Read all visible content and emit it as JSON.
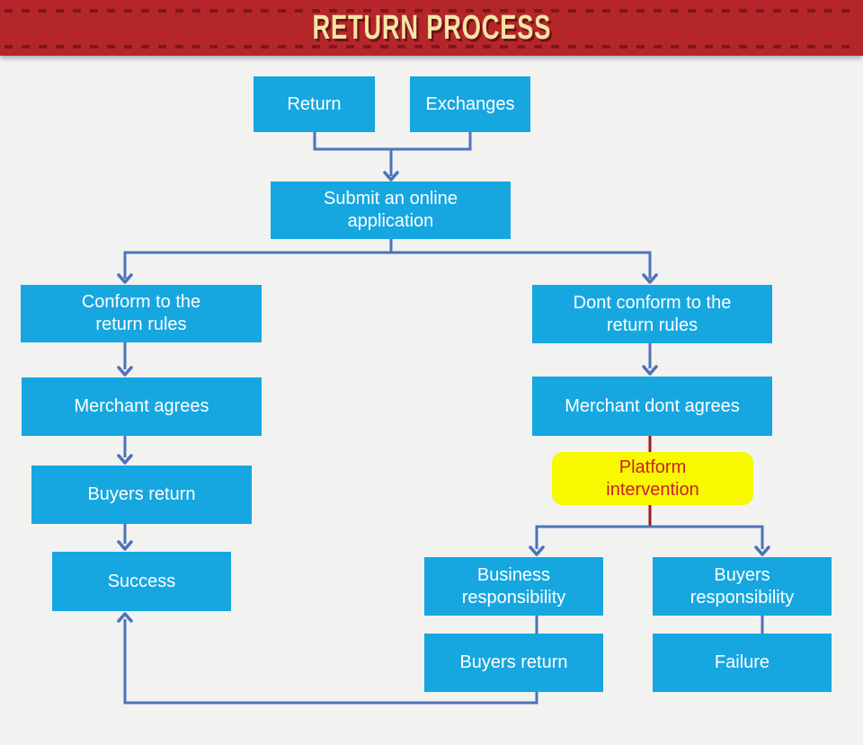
{
  "banner": {
    "title": "RETURN PROCESS"
  },
  "colors": {
    "banner_red": "#b5262b",
    "banner_stitch": "#7c181b",
    "title_cream": "#f3e5a5",
    "node_cyan": "#16a7e0",
    "node_yellow": "#f8f800",
    "node_text_white": "#ffffff",
    "platform_text_red": "#cc2127",
    "connector_blue": "#4e73b9",
    "connector_red": "#9c1a1f",
    "background": "#f2f2f1"
  },
  "flowchart": {
    "nodes": [
      {
        "id": "return",
        "label": "Return"
      },
      {
        "id": "exchanges",
        "label": "Exchanges"
      },
      {
        "id": "submit-application",
        "label": "Submit an online\napplication"
      },
      {
        "id": "conform-rules",
        "label": "Conform to the\nreturn rules"
      },
      {
        "id": "dont-conform-rules",
        "label": "Dont conform to the\nreturn rules"
      },
      {
        "id": "merchant-agrees",
        "label": "Merchant agrees"
      },
      {
        "id": "merchant-dont-agrees",
        "label": "Merchant dont agrees"
      },
      {
        "id": "platform-intervention",
        "label": "Platform\nintervention"
      },
      {
        "id": "buyers-return-left",
        "label": "Buyers return"
      },
      {
        "id": "success",
        "label": "Success"
      },
      {
        "id": "business-responsibility",
        "label": "Business\nresponsibility"
      },
      {
        "id": "buyers-responsibility",
        "label": "Buyers\nresponsibility"
      },
      {
        "id": "buyers-return-bottom",
        "label": "Buyers return"
      },
      {
        "id": "failure",
        "label": "Failure"
      }
    ]
  }
}
